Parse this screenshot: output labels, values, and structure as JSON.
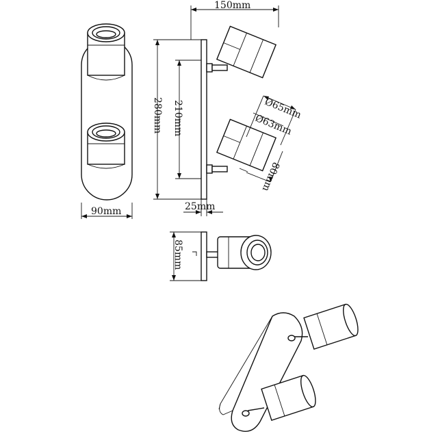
{
  "dimensions": {
    "overall_width": "150mm",
    "outer_diameter": "Ø65mm",
    "inner_diameter": "Ø63mm",
    "height_total": "280mm",
    "height_plate": "210mm",
    "head_length": "80mm",
    "depth_plate": "25mm",
    "width_front": "90mm",
    "depth_side": "85mm"
  },
  "colors": {
    "line": "#111111",
    "background": "#ffffff"
  }
}
